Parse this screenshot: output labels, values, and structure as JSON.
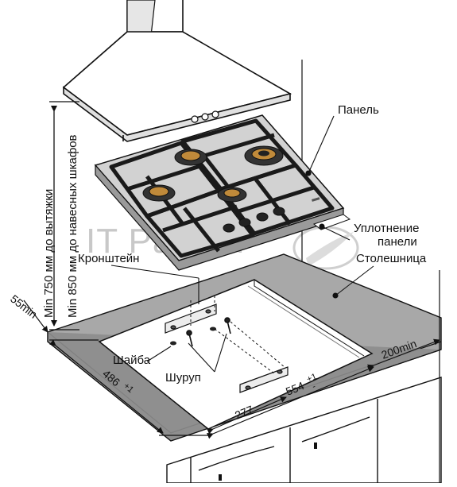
{
  "labels": {
    "panel": "Панель",
    "seal_line1": "Уплотнение",
    "seal_line2": "панели",
    "countertop": "Столешница",
    "bracket": "Кронштейн",
    "washer": "Шайба",
    "screw": "Шуруп",
    "clearance_hood": "Min 750 мм до вытяжки",
    "clearance_cabinets": "Min 850 мм до навесных шкафов"
  },
  "dimensions": {
    "front_margin": "55min",
    "side_margin": "200min",
    "depth": "486",
    "width": "554",
    "offset": "277",
    "tolerance": "+1",
    "tolerance_minus": "-"
  },
  "watermark": "IT Partner",
  "colors": {
    "countertop": "#a8a8a8",
    "glass": "#d2d2d2",
    "grate": "#1a1a1a",
    "line": "#111111"
  }
}
